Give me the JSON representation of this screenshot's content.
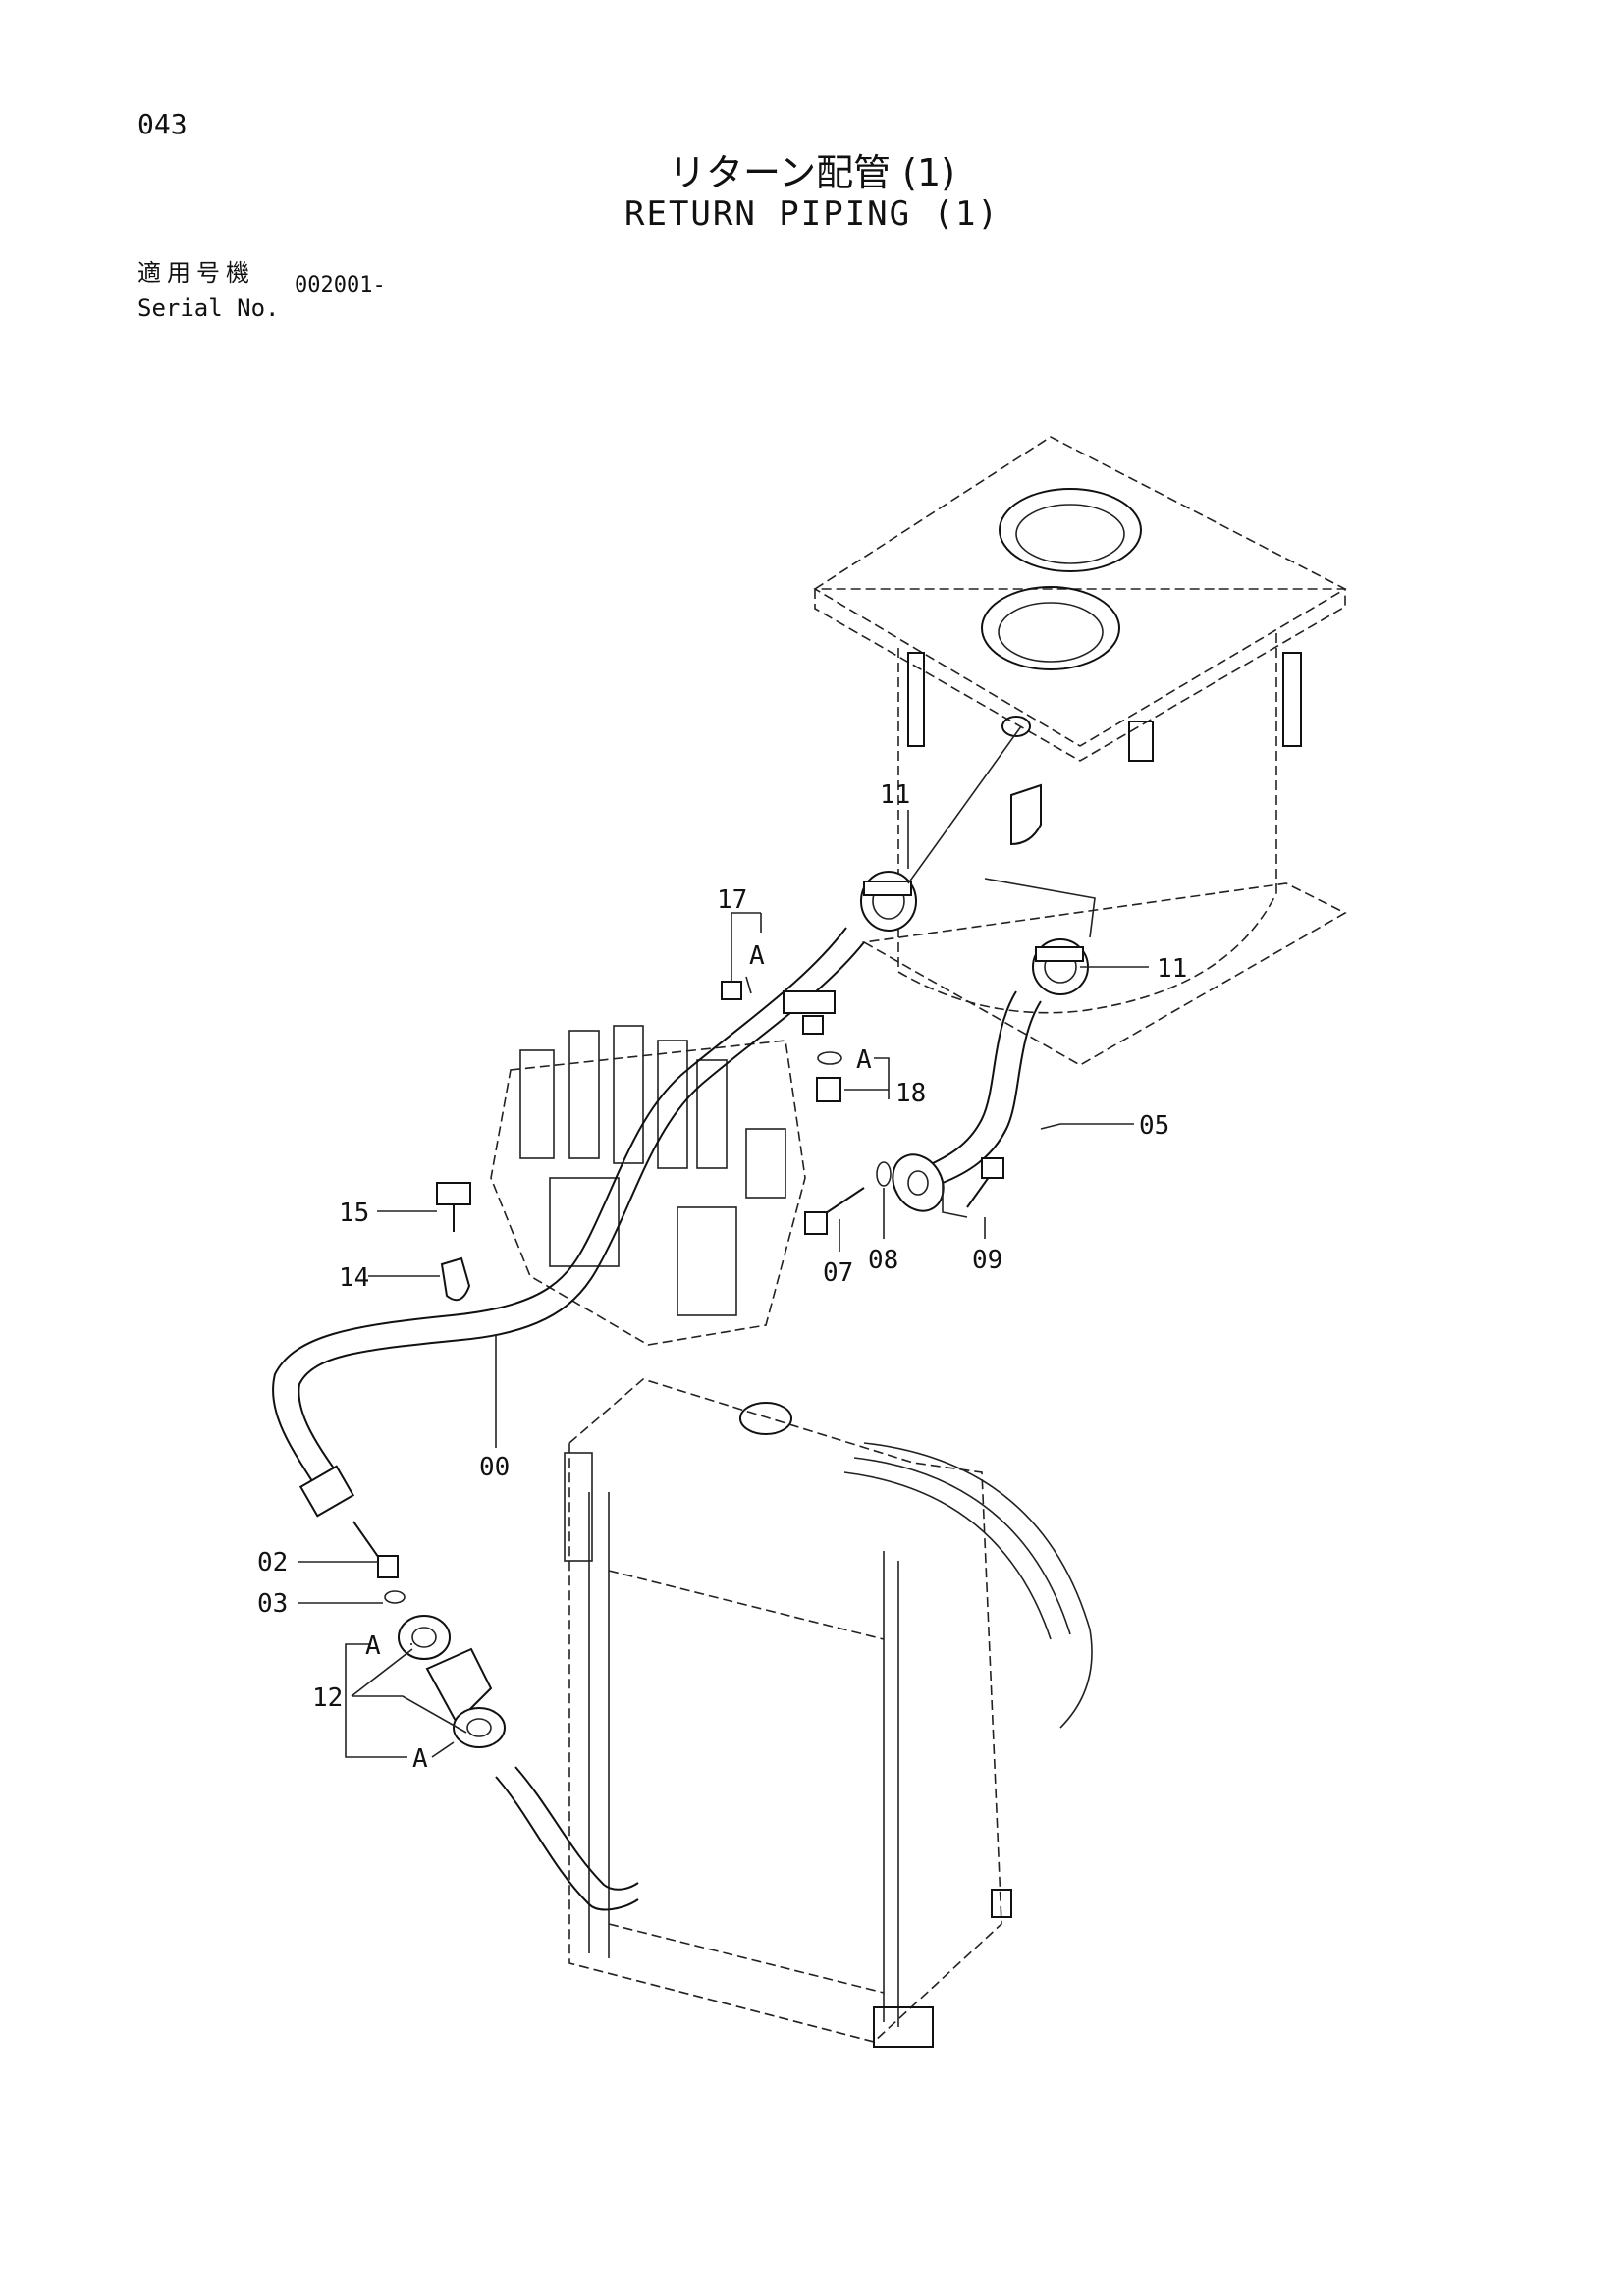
{
  "page_number": "043",
  "title_jp": "リターン配管 (1)",
  "title_en": "RETURN PIPING (1)",
  "serial": {
    "label_jp": "適用号機",
    "label_en": "Serial No.",
    "value": "002001-"
  },
  "callouts": {
    "c00": "00",
    "c02": "02",
    "c03": "03",
    "c05": "05",
    "c07": "07",
    "c08": "08",
    "c09": "09",
    "c11a": "11",
    "c11b": "11",
    "c12": "12",
    "c14": "14",
    "c15": "15",
    "c17": "17",
    "c18": "18",
    "a1": "A",
    "a2": "A",
    "a3": "A",
    "a4": "A"
  }
}
